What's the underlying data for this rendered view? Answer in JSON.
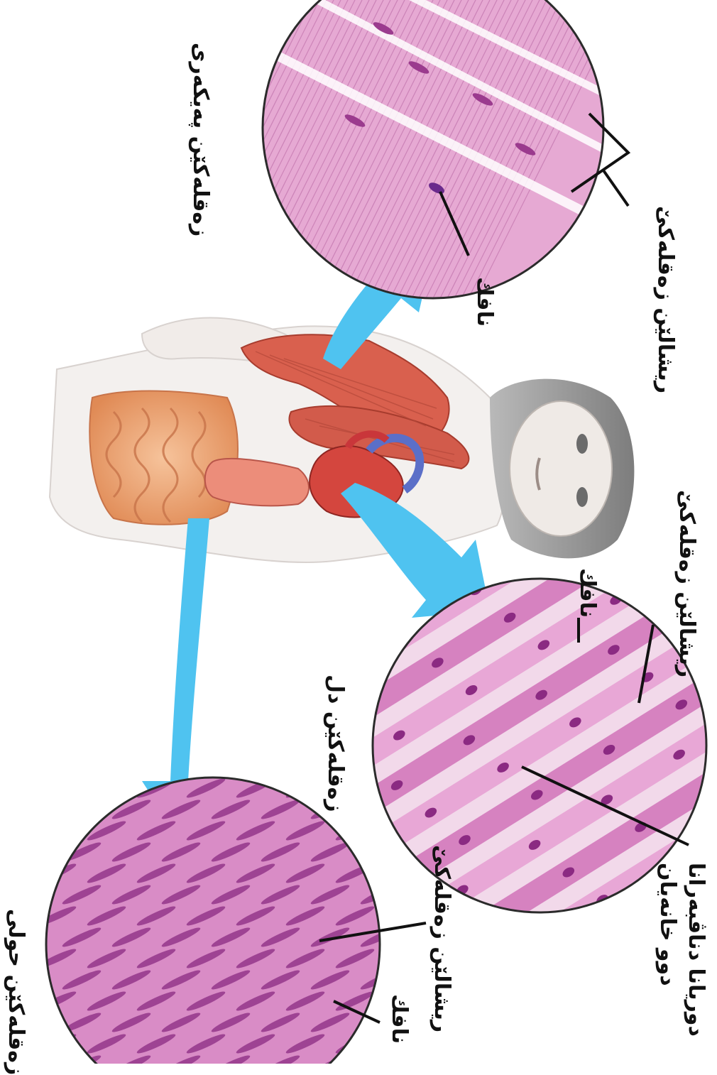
{
  "labels": {
    "skeletal_title": "زەقلەکێن پەیکەری",
    "skeletal_fiber": "ریشالێن زەقلەکێ",
    "skeletal_nucleus": "نافك",
    "cardiac_fiber": "ریشالێن زەقلەکێ",
    "cardiac_nucleus": "نافك",
    "cardiac_title": "زەقلەکێن دل",
    "cardiac_disc_line1": "دوریانا دناڤبەرانا",
    "cardiac_disc_line2": "دوو خانەیان",
    "smooth_fiber": "ریشالێن زەقلەکێ",
    "smooth_nucleus": "نافك",
    "smooth_title": "زەقلەکێن حولی"
  },
  "colors": {
    "arrow": "#4fc3f0",
    "muscle_pink": "#e9a6d2",
    "muscle_dark": "#a0388a",
    "organ_red": "#d9534f",
    "intestine": "#f0a97a",
    "skin": "#f4f1ef"
  }
}
